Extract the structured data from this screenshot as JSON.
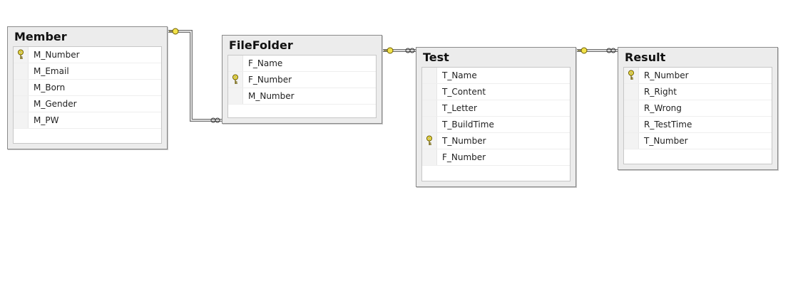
{
  "tables": {
    "member": {
      "title": "Member",
      "columns": [
        {
          "name": "M_Number",
          "primary_key": true
        },
        {
          "name": "M_Email",
          "primary_key": false
        },
        {
          "name": "M_Born",
          "primary_key": false
        },
        {
          "name": "M_Gender",
          "primary_key": false
        },
        {
          "name": "M_PW",
          "primary_key": false
        }
      ]
    },
    "filefolder": {
      "title": "FileFolder",
      "columns": [
        {
          "name": "F_Name",
          "primary_key": false
        },
        {
          "name": "F_Number",
          "primary_key": true
        },
        {
          "name": "M_Number",
          "primary_key": false
        }
      ]
    },
    "test": {
      "title": "Test",
      "columns": [
        {
          "name": "T_Name",
          "primary_key": false
        },
        {
          "name": "T_Content",
          "primary_key": false
        },
        {
          "name": "T_Letter",
          "primary_key": false
        },
        {
          "name": "T_BuildTime",
          "primary_key": false
        },
        {
          "name": "T_Number",
          "primary_key": true
        },
        {
          "name": "F_Number",
          "primary_key": false
        }
      ]
    },
    "result": {
      "title": "Result",
      "columns": [
        {
          "name": "R_Number",
          "primary_key": true
        },
        {
          "name": "R_Right",
          "primary_key": false
        },
        {
          "name": "R_Wrong",
          "primary_key": false
        },
        {
          "name": "R_TestTime",
          "primary_key": false
        },
        {
          "name": "T_Number",
          "primary_key": false
        }
      ]
    }
  },
  "relationships": [
    {
      "from": "Member",
      "to": "FileFolder",
      "one_side": "Member",
      "many_side": "FileFolder"
    },
    {
      "from": "FileFolder",
      "to": "Test",
      "one_side": "FileFolder",
      "many_side": "Test"
    },
    {
      "from": "Test",
      "to": "Result",
      "one_side": "Test",
      "many_side": "Result"
    }
  ],
  "icons": {
    "primary_key": "key-icon",
    "one_end": "key-icon",
    "many_end": "infinity-icon"
  },
  "colors": {
    "table_background": "#ececec",
    "table_border": "#8a8a8a",
    "column_background": "#ffffff",
    "key_fill": "#f2e24a",
    "relationship_line": "#6f6f6f"
  }
}
